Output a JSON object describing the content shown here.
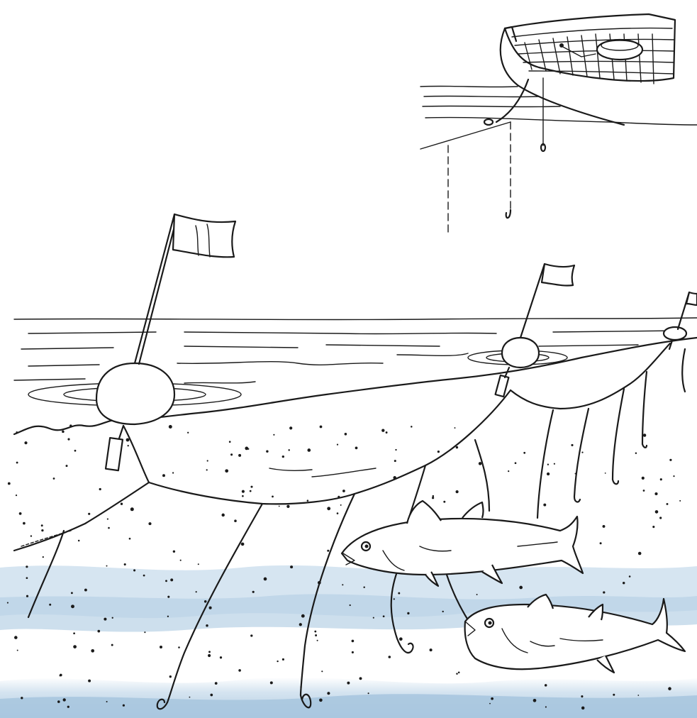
{
  "illustration": {
    "subject": "longline-fishing-scene",
    "colors": {
      "ink": "#1a1a1a",
      "paper": "#ffffff",
      "water_wash": "#a9c6df",
      "water_wash_light": "#cfe0ee"
    },
    "elements": {
      "boat": "boat-hull",
      "large_buoy": "float-buoy",
      "small_buoy": "float-buoy",
      "flags": "marker-flag",
      "fish": "tuna-fish",
      "hooks": "hook"
    }
  }
}
